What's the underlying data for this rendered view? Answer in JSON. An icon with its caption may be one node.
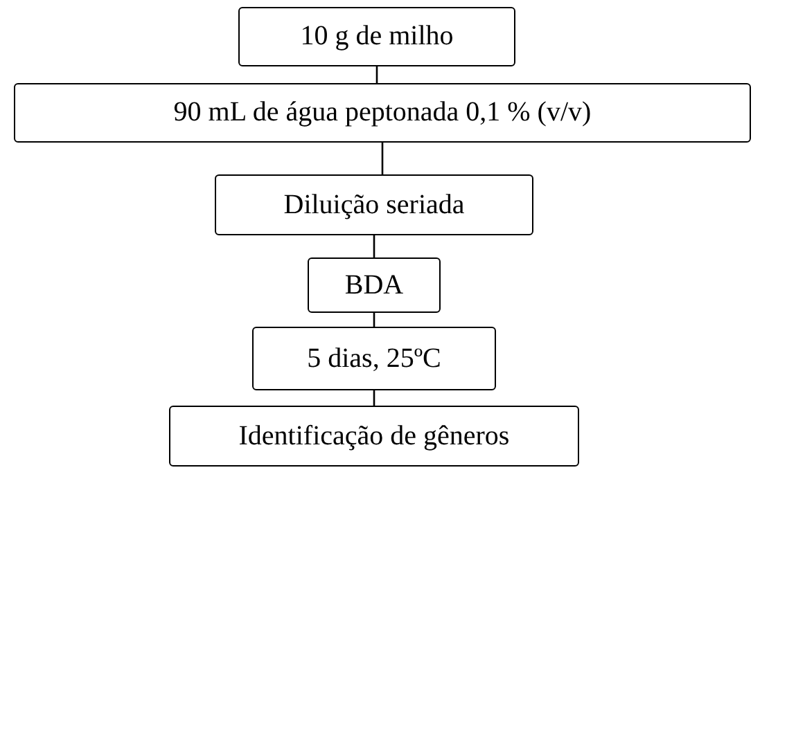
{
  "diagram": {
    "nodes": [
      {
        "text": [
          "10 g de milho"
        ]
      },
      {
        "text": [
          "90 mL de água peptonada 0,1 % (v/v)"
        ]
      },
      {
        "text": [
          "Diluição seriada"
        ]
      },
      {
        "text": [
          "BDA"
        ]
      },
      {
        "text": [
          "5 dias, 25ºC"
        ]
      },
      {
        "text": [
          "Identificação de gêneros"
        ]
      }
    ],
    "edges": [
      {
        "from": 0,
        "to": 1,
        "arrow": "none"
      },
      {
        "from": 1,
        "to": 2,
        "arrow": "none"
      },
      {
        "from": 2,
        "to": 3,
        "arrow": "none"
      },
      {
        "from": 3,
        "to": 4,
        "arrow": "none"
      },
      {
        "from": 4,
        "to": 5,
        "arrow": "none"
      }
    ]
  }
}
